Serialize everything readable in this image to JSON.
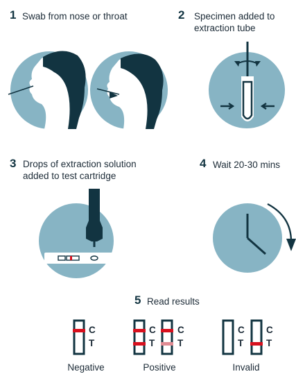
{
  "steps": [
    {
      "number": "1",
      "text_lines": [
        "Swab from nose or throat"
      ]
    },
    {
      "number": "2",
      "text_lines": [
        "Specimen added to",
        "extraction tube"
      ]
    },
    {
      "number": "3",
      "text_lines": [
        "Drops of extraction solution",
        "added to test cartridge"
      ]
    },
    {
      "number": "4",
      "text_lines": [
        "Wait 20-30 mins"
      ]
    },
    {
      "number": "5",
      "text_lines": [
        "Read results"
      ]
    }
  ],
  "results": {
    "strip_labels": {
      "c": "C",
      "t": "T"
    },
    "categories": [
      "Negative",
      "Positive",
      "Invalid"
    ]
  },
  "colors": {
    "circle_fill": "#87b4c4",
    "dark_navy": "#123441",
    "line_red": "#d7101e",
    "line_faint_red": "#e08b93"
  }
}
